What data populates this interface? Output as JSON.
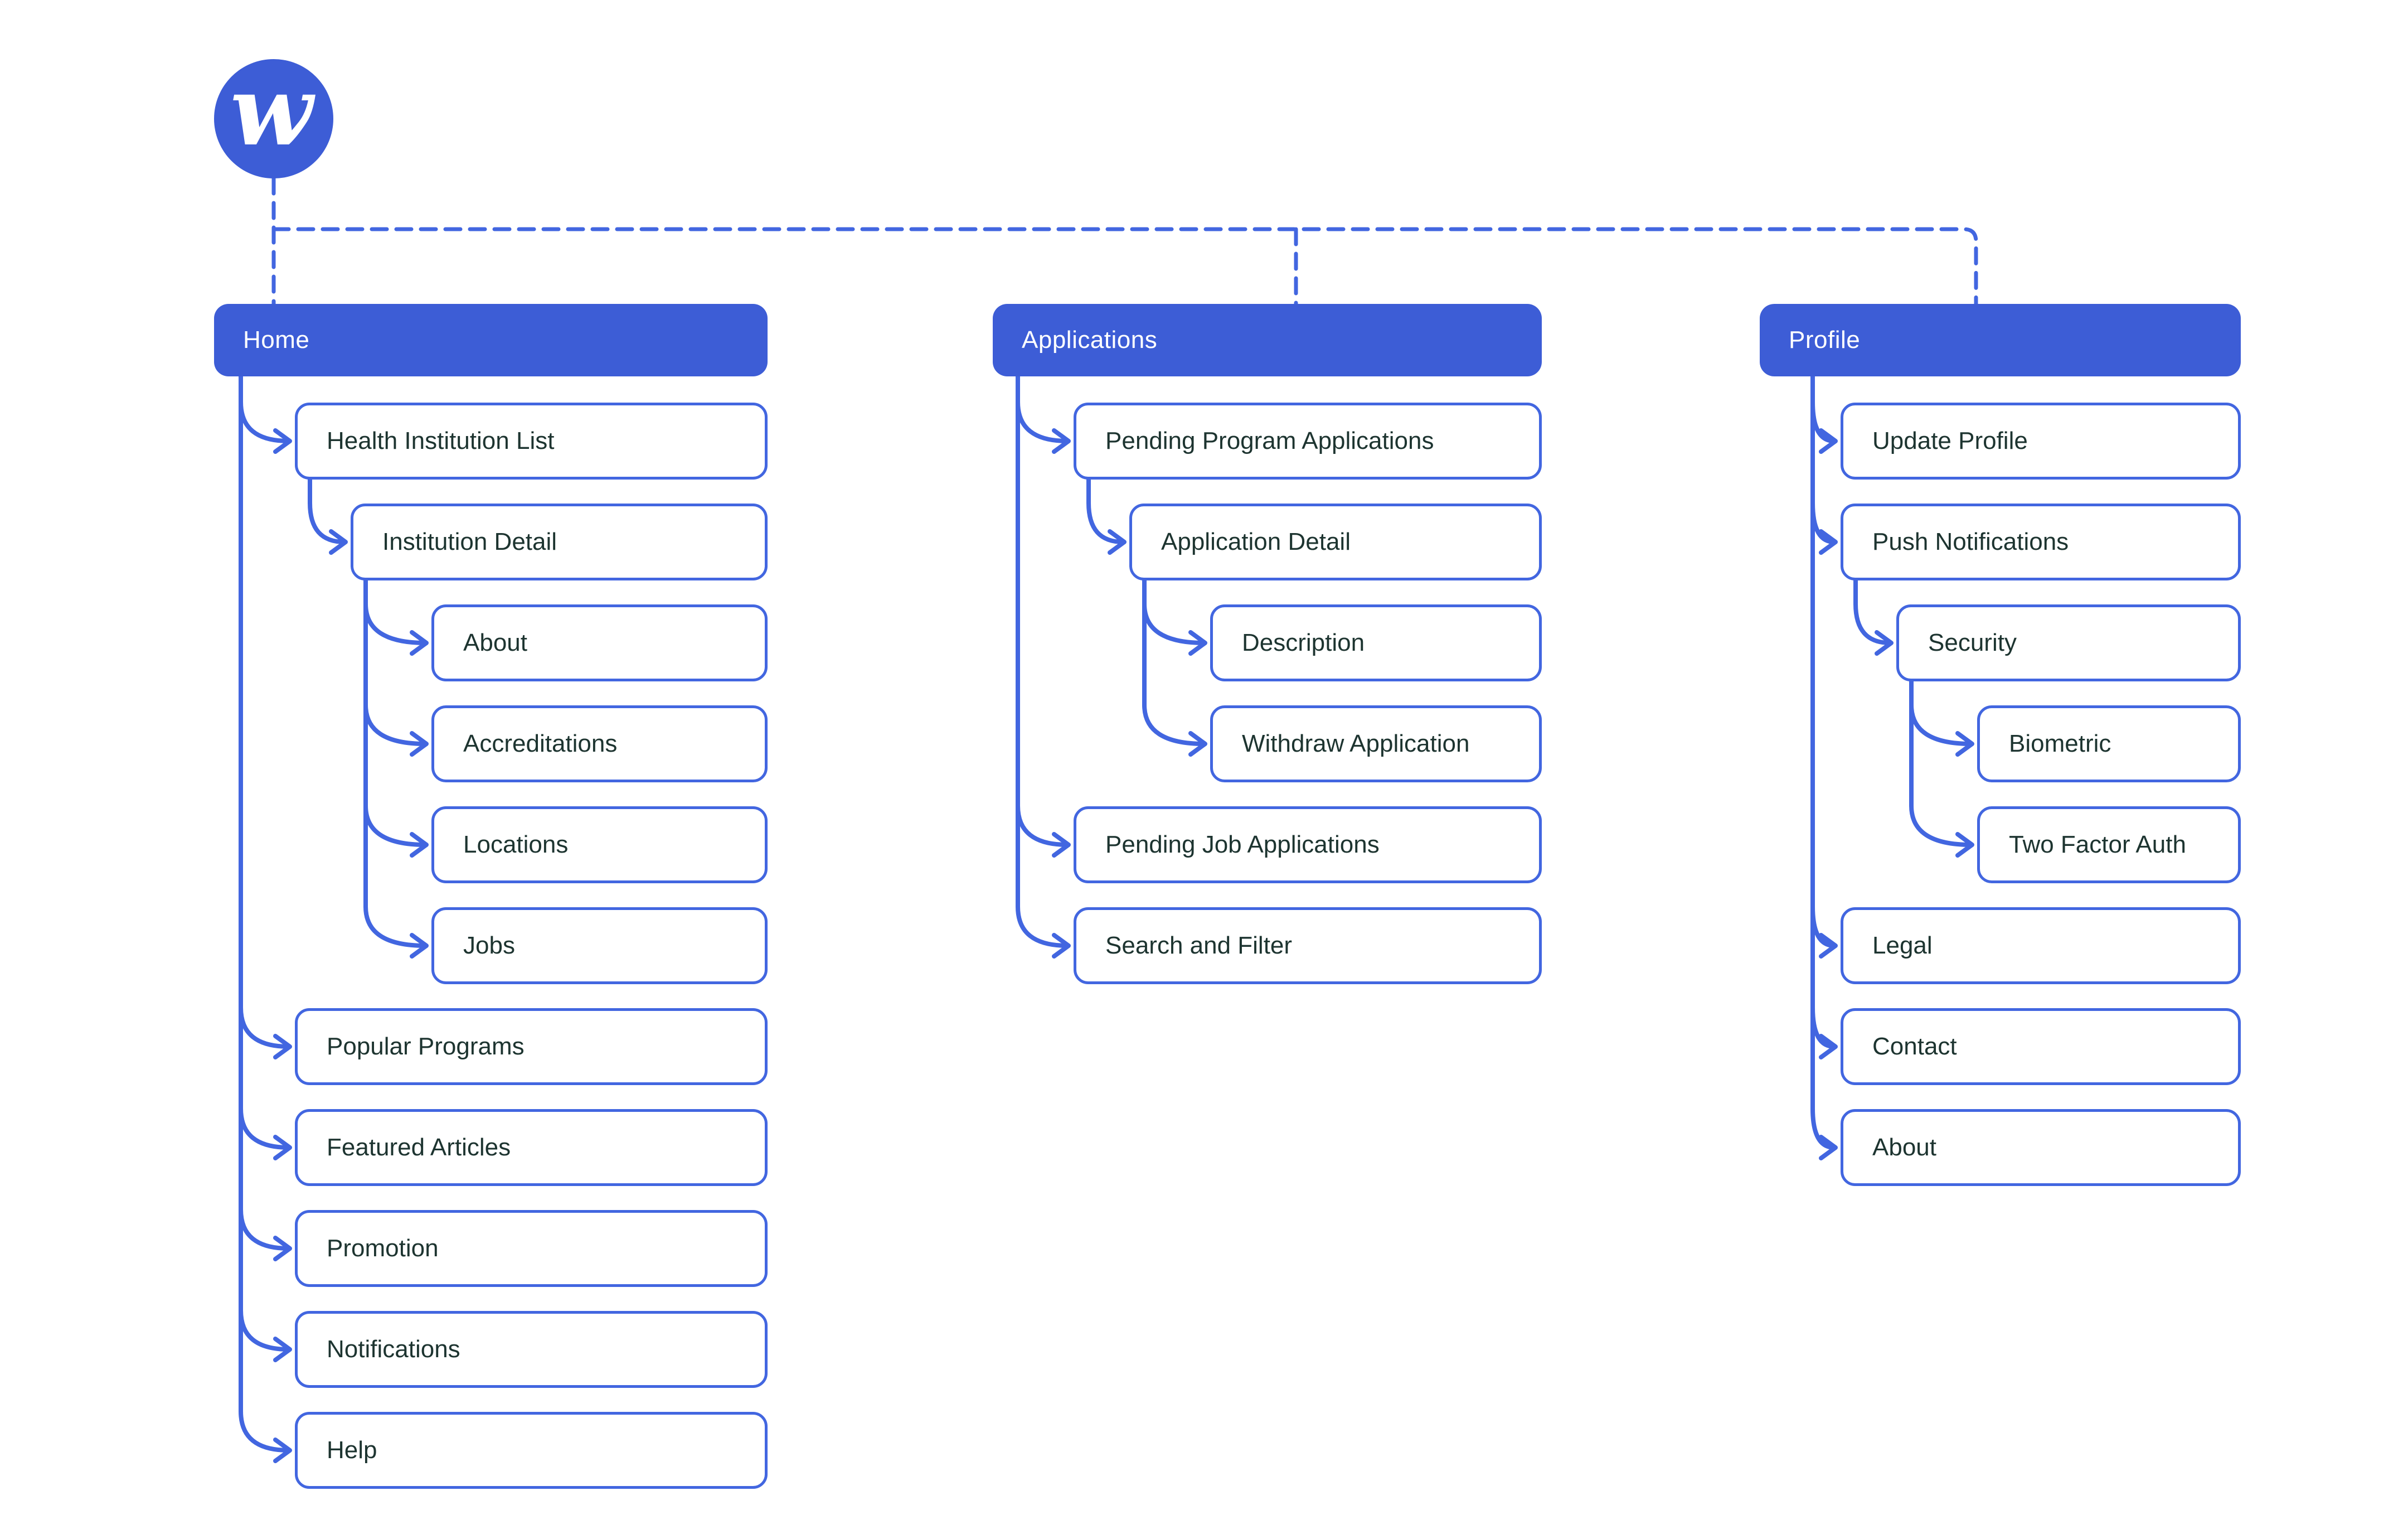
{
  "logo": {
    "letter": "w"
  },
  "colors": {
    "accent_blue_fill": "#3D5DD6",
    "accent_blue_stroke": "#4266E0",
    "node_text": "#1D3430",
    "header_text": "#FFFFFF",
    "canvas": "#FFFFFF"
  },
  "diagram": {
    "sections": [
      {
        "title": "Home",
        "items": [
          {
            "label": "Health Institution List",
            "depth": 1,
            "row": 1
          },
          {
            "label": "Institution Detail",
            "depth": 2,
            "row": 2
          },
          {
            "label": "About",
            "depth": 3,
            "row": 3
          },
          {
            "label": "Accreditations",
            "depth": 3,
            "row": 4
          },
          {
            "label": "Locations",
            "depth": 3,
            "row": 5
          },
          {
            "label": "Jobs",
            "depth": 3,
            "row": 6
          },
          {
            "label": "Popular Programs",
            "depth": 1,
            "row": 7
          },
          {
            "label": "Featured Articles",
            "depth": 1,
            "row": 8
          },
          {
            "label": "Promotion",
            "depth": 1,
            "row": 9
          },
          {
            "label": "Notifications",
            "depth": 1,
            "row": 10
          },
          {
            "label": "Help",
            "depth": 1,
            "row": 11
          }
        ]
      },
      {
        "title": "Applications",
        "items": [
          {
            "label": "Pending Program Applications",
            "depth": 1,
            "row": 1
          },
          {
            "label": "Application Detail",
            "depth": 2,
            "row": 2
          },
          {
            "label": "Description",
            "depth": 3,
            "row": 3
          },
          {
            "label": "Withdraw Application",
            "depth": 3,
            "row": 4
          },
          {
            "label": "Pending Job Applications",
            "depth": 1,
            "row": 5
          },
          {
            "label": "Search and Filter",
            "depth": 1,
            "row": 6
          }
        ]
      },
      {
        "title": "Profile",
        "items": [
          {
            "label": "Update Profile",
            "depth": 1,
            "row": 1
          },
          {
            "label": "Push Notifications",
            "depth": 1,
            "row": 2
          },
          {
            "label": "Security",
            "depth": 2,
            "row": 3
          },
          {
            "label": "Biometric",
            "depth": 3,
            "row": 4
          },
          {
            "label": "Two Factor Auth",
            "depth": 3,
            "row": 5
          },
          {
            "label": "Legal",
            "depth": 1,
            "row": 6
          },
          {
            "label": "Contact",
            "depth": 1,
            "row": 7
          },
          {
            "label": "About",
            "depth": 1,
            "row": 8
          }
        ]
      }
    ]
  }
}
